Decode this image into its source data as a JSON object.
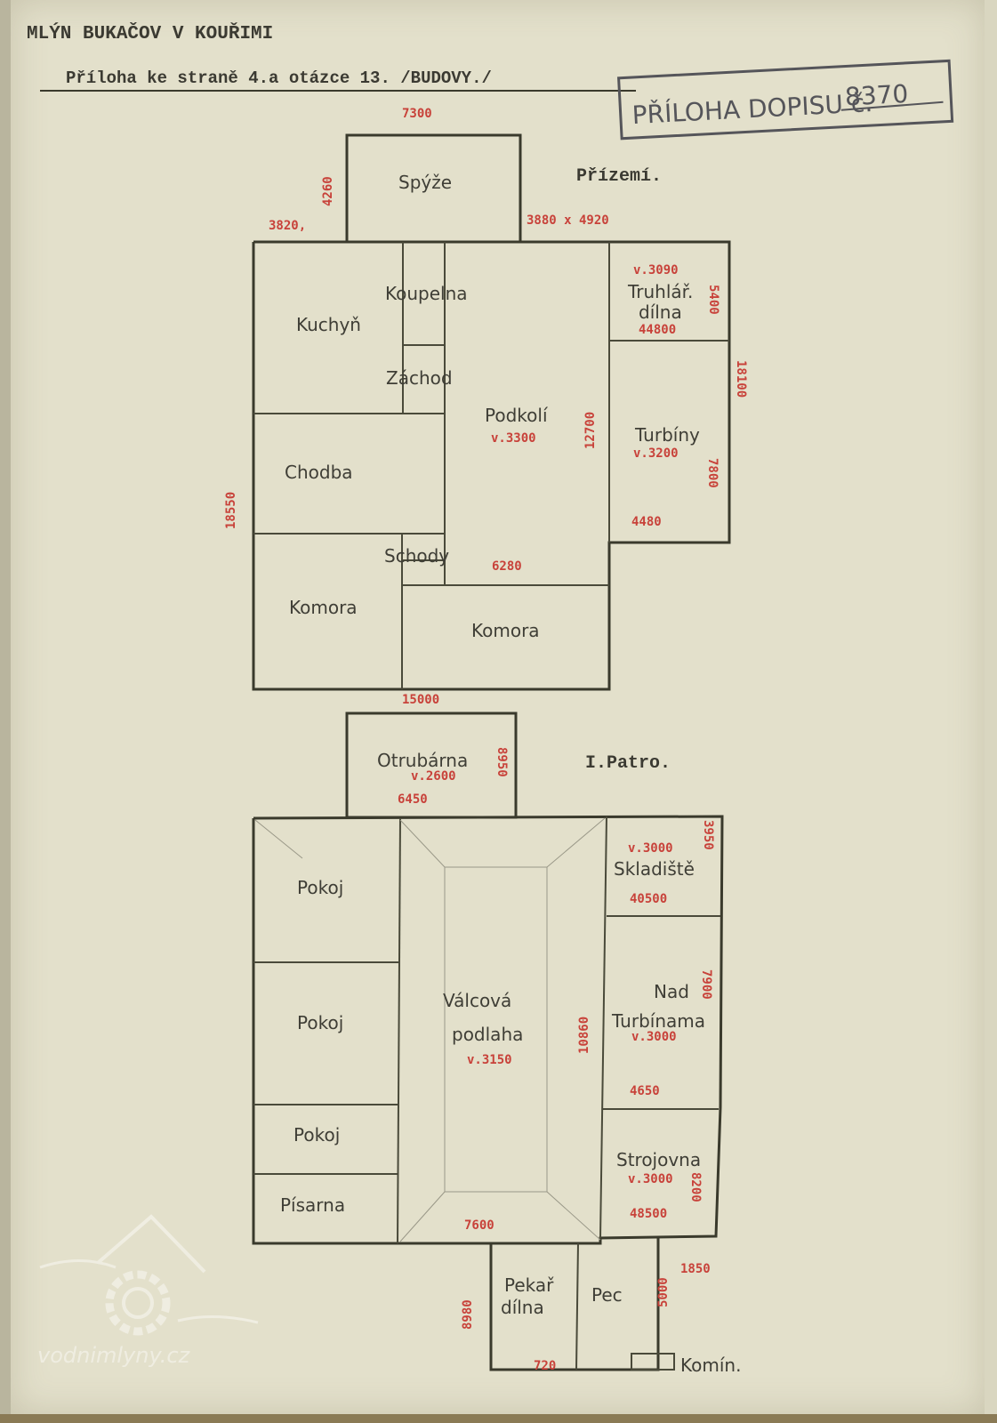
{
  "header": {
    "title": "MLÝN BUKAČOV V KOUŘIMI",
    "subtitle": "Příloha ke straně 4.a otázce 13. /BUDOVY./"
  },
  "stamp": {
    "label": "PŘÍLOHA DOPISU č.",
    "number": "8370"
  },
  "ground_floor": {
    "title": "Přízemí.",
    "rooms": [
      "Spýže",
      "Kuchyň",
      "Koupelna",
      "Záchod",
      "Chodba",
      "Podkolí",
      "Schody",
      "Komora",
      "Komora",
      "Truhlář.",
      "dílna",
      "Turbíny"
    ],
    "heights": [
      "v.3300",
      "v.3090",
      "v.3200"
    ],
    "dimensions": [
      "7300",
      "4260",
      "3820,",
      "3880 x 4920",
      "18550",
      "12700",
      "6280",
      "15000",
      "5400",
      "44800",
      "18100",
      "7800",
      "4480"
    ]
  },
  "first_floor": {
    "title": "I.Patro.",
    "rooms": [
      "Otrubárna",
      "Pokoj",
      "Pokoj",
      "Pokoj",
      "Písarna",
      "Válcová",
      "podlaha",
      "Skladiště",
      "Nad",
      "Turbínama",
      "Strojovna",
      "Pekař",
      "dílna",
      "Pec",
      "Komín."
    ],
    "heights": [
      "v.2600",
      "v.3150",
      "v.3000",
      "v.3000",
      "v.3000"
    ],
    "dimensions": [
      "6450",
      "8950",
      "10860",
      "7600",
      "3950",
      "40500",
      "7900",
      "4650",
      "48500",
      "8200",
      "1850",
      "8980",
      "5000",
      "720"
    ]
  },
  "watermark": "vodnimlyny.cz"
}
